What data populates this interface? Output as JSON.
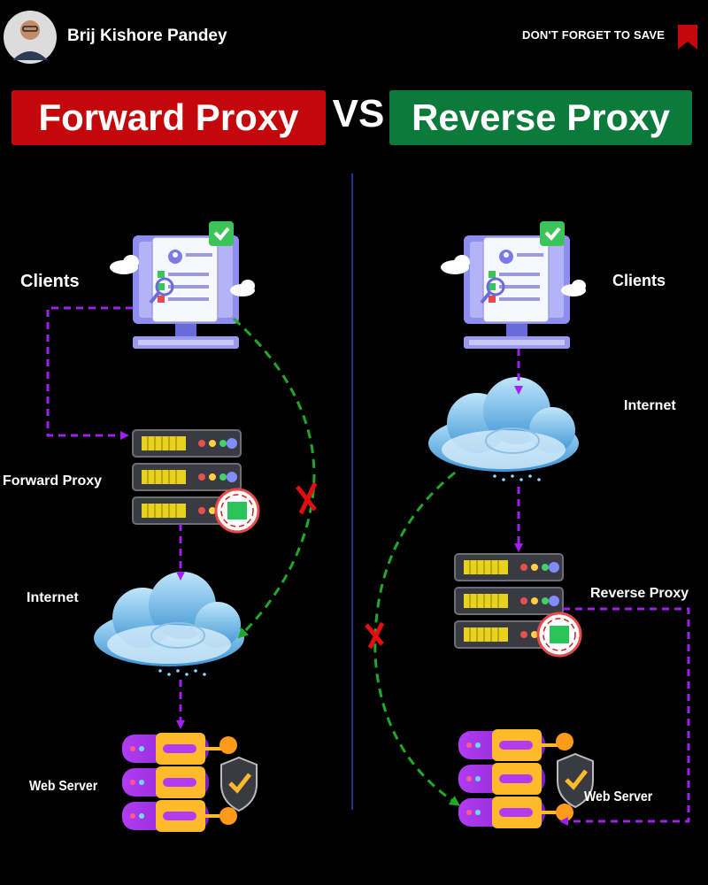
{
  "header": {
    "author": "Brij Kishore Pandey",
    "save_text": "DON'T FORGET TO SAVE"
  },
  "title": {
    "left": "Forward Proxy",
    "vs": "VS",
    "right": "Reverse Proxy"
  },
  "forward": {
    "clients": "Clients",
    "proxy": "Forward Proxy",
    "internet": "Internet",
    "server": "Web Server"
  },
  "reverse": {
    "clients": "Clients",
    "internet": "Internet",
    "proxy": "Reverse Proxy",
    "server": "Web Server"
  },
  "colors": {
    "red": "#c3070b",
    "green": "#0b7a3a",
    "purple_arrow": "#a020f0",
    "green_arrow": "#1fa82a",
    "blocked": "#e01010"
  }
}
